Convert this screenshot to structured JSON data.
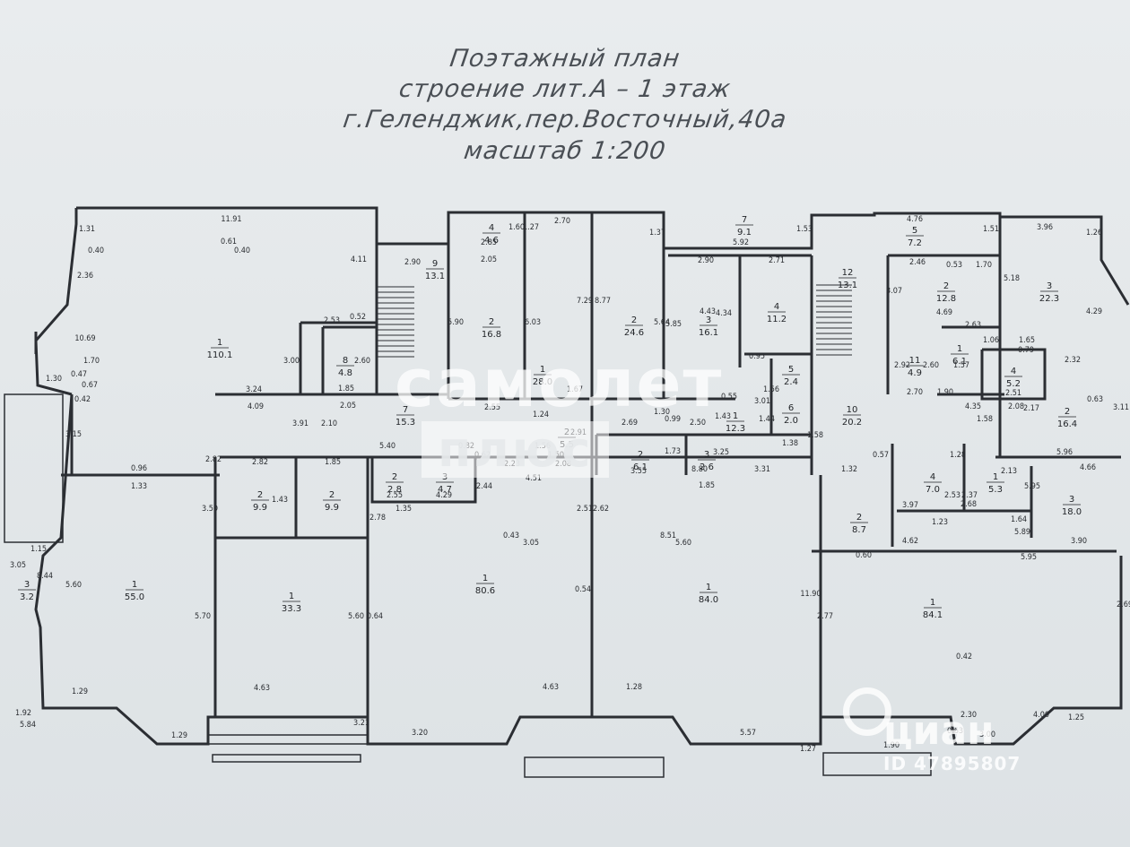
{
  "header": {
    "line1": "Поэтажный план",
    "line2": "строение лит.А – 1 этаж",
    "line3": "г.Геленджик,пер.Восточный,40а",
    "line4": "масштаб 1:200"
  },
  "rooms": [
    {
      "num": "1",
      "area": "110.1"
    },
    {
      "num": "9",
      "area": "13.1"
    },
    {
      "num": "4",
      "area": "4.6"
    },
    {
      "num": "2",
      "area": "16.8"
    },
    {
      "num": "2",
      "area": "24.6"
    },
    {
      "num": "7",
      "area": "9.1"
    },
    {
      "num": "3",
      "area": "16.1"
    },
    {
      "num": "4",
      "area": "11.2"
    },
    {
      "num": "12",
      "area": "13.1"
    },
    {
      "num": "5",
      "area": "7.2"
    },
    {
      "num": "2",
      "area": "12.8"
    },
    {
      "num": "3",
      "area": "22.3"
    },
    {
      "num": "8",
      "area": "4.8"
    },
    {
      "num": "1",
      "area": "28.0"
    },
    {
      "num": "7",
      "area": "15.3"
    },
    {
      "num": "2",
      "area": "5.5"
    },
    {
      "num": "1",
      "area": "12.3"
    },
    {
      "num": "5",
      "area": "2.4"
    },
    {
      "num": "6",
      "area": "2.0"
    },
    {
      "num": "10",
      "area": "20.2"
    },
    {
      "num": "11",
      "area": "4.9"
    },
    {
      "num": "1",
      "area": "6.1"
    },
    {
      "num": "4",
      "area": "5.2"
    },
    {
      "num": "2",
      "area": "16.4"
    },
    {
      "num": "2",
      "area": "9.9"
    },
    {
      "num": "2",
      "area": "9.9"
    },
    {
      "num": "2",
      "area": "2.8"
    },
    {
      "num": "3",
      "area": "4.7"
    },
    {
      "num": "2",
      "area": "6.1"
    },
    {
      "num": "3",
      "area": "2.6"
    },
    {
      "num": "4",
      "area": "7.0"
    },
    {
      "num": "1",
      "area": "5.3"
    },
    {
      "num": "3",
      "area": "18.0"
    },
    {
      "num": "2",
      "area": "8.7"
    },
    {
      "num": "1",
      "area": "55.0"
    },
    {
      "num": "1",
      "area": "33.3"
    },
    {
      "num": "1",
      "area": "80.6"
    },
    {
      "num": "1",
      "area": "84.0"
    },
    {
      "num": "1",
      "area": "84.1"
    },
    {
      "num": "3",
      "area": "3.2"
    }
  ],
  "dims": [
    "11.91",
    "1.31",
    "0.40",
    "2.36",
    "10.69",
    "1.70",
    "1.30",
    "0.47",
    "0.67",
    "0.42",
    "3.15",
    "0.61",
    "0.40",
    "4.11",
    "2.90",
    "2.85",
    "2.05",
    "1.60",
    "1.27",
    "2.70",
    "7.29",
    "8.77",
    "1.37",
    "5.92",
    "1.53",
    "4.76",
    "1.51",
    "3.96",
    "1.26",
    "5.18",
    "2.53",
    "0.52",
    "3.00",
    "2.60",
    "1.85",
    "2.05",
    "3.24",
    "4.09",
    "5.90",
    "6.03",
    "5.64",
    "5.85",
    "4.43",
    "4.34",
    "2.90",
    "2.71",
    "3.07",
    "2.46",
    "0.53",
    "1.70",
    "4.69",
    "2.63",
    "1.06",
    "1.65",
    "0.79",
    "2.32",
    "4.29",
    "2.55",
    "1.67",
    "2.69",
    "2.50",
    "1.30",
    "0.99",
    "0.55",
    "1.43",
    "0.95",
    "1.56",
    "3.01",
    "1.44",
    "1.38",
    "1.58",
    "2.92",
    "2.60",
    "2.70",
    "1.90",
    "1.57",
    "2.51",
    "4.35",
    "2.08",
    "2.17",
    "0.63",
    "1.58",
    "5.96",
    "4.66",
    "2.10",
    "3.91",
    "5.40",
    "0.82",
    "0.62",
    "2.23",
    "2.91",
    "1.24",
    "1.56",
    "1.50",
    "2.08",
    "4.51",
    "1.73",
    "3.55",
    "8.80",
    "1.85",
    "3.25",
    "3.31",
    "1.32",
    "0.57",
    "1.28",
    "2.13",
    "5.95",
    "0.96",
    "2.82",
    "2.82",
    "1.85",
    "2.55",
    "4.29",
    "1.35",
    "2.44",
    "3.50",
    "1.43",
    "2.78",
    "2.51",
    "2.62",
    "2.53",
    "2.37",
    "2.68",
    "3.97",
    "1.23",
    "1.64",
    "5.89",
    "3.90",
    "0.60",
    "4.62",
    "5.95",
    "1.33",
    "1.15",
    "3.05",
    "8.44",
    "5.60",
    "5.70",
    "5.60",
    "0.64",
    "0.43",
    "3.05",
    "0.54",
    "8.51",
    "5.60",
    "11.90",
    "2.77",
    "0.42",
    "1.29",
    "1.92",
    "5.84",
    "1.29",
    "4.63",
    "3.21",
    "3.20",
    "4.63",
    "1.28",
    "5.57",
    "1.27",
    "1.90",
    "0.63",
    "3.00",
    "2.30",
    "4.00",
    "1.25",
    "2.69",
    "3.11"
  ],
  "watermarks": {
    "samolet_1": "самолет",
    "samolet_2": "плюс",
    "cian_1": "циан",
    "cian_2": "ID 47895807"
  },
  "colors": {
    "paper": "#e6e9eb",
    "ink": "#1e2124",
    "wall": "#2b2e33"
  }
}
